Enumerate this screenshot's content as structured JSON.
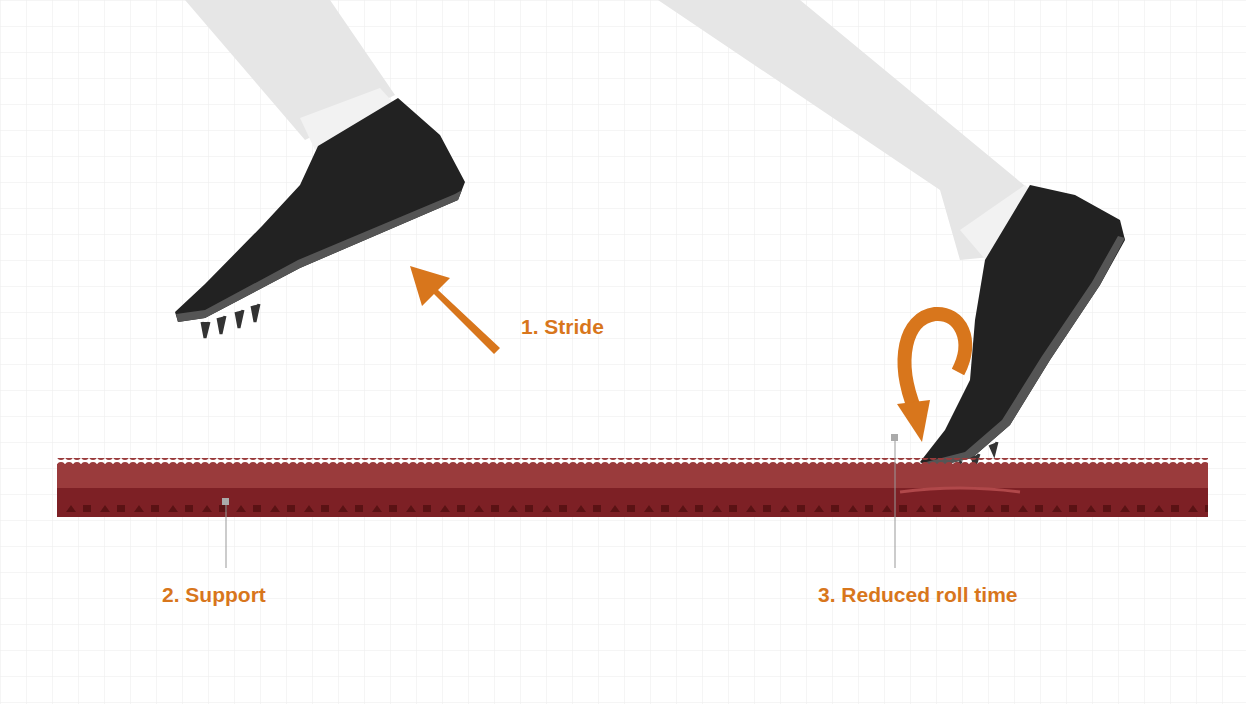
{
  "diagram": {
    "labels": [
      "1. Stride",
      "2. Support",
      "3. Reduced roll time"
    ]
  }
}
